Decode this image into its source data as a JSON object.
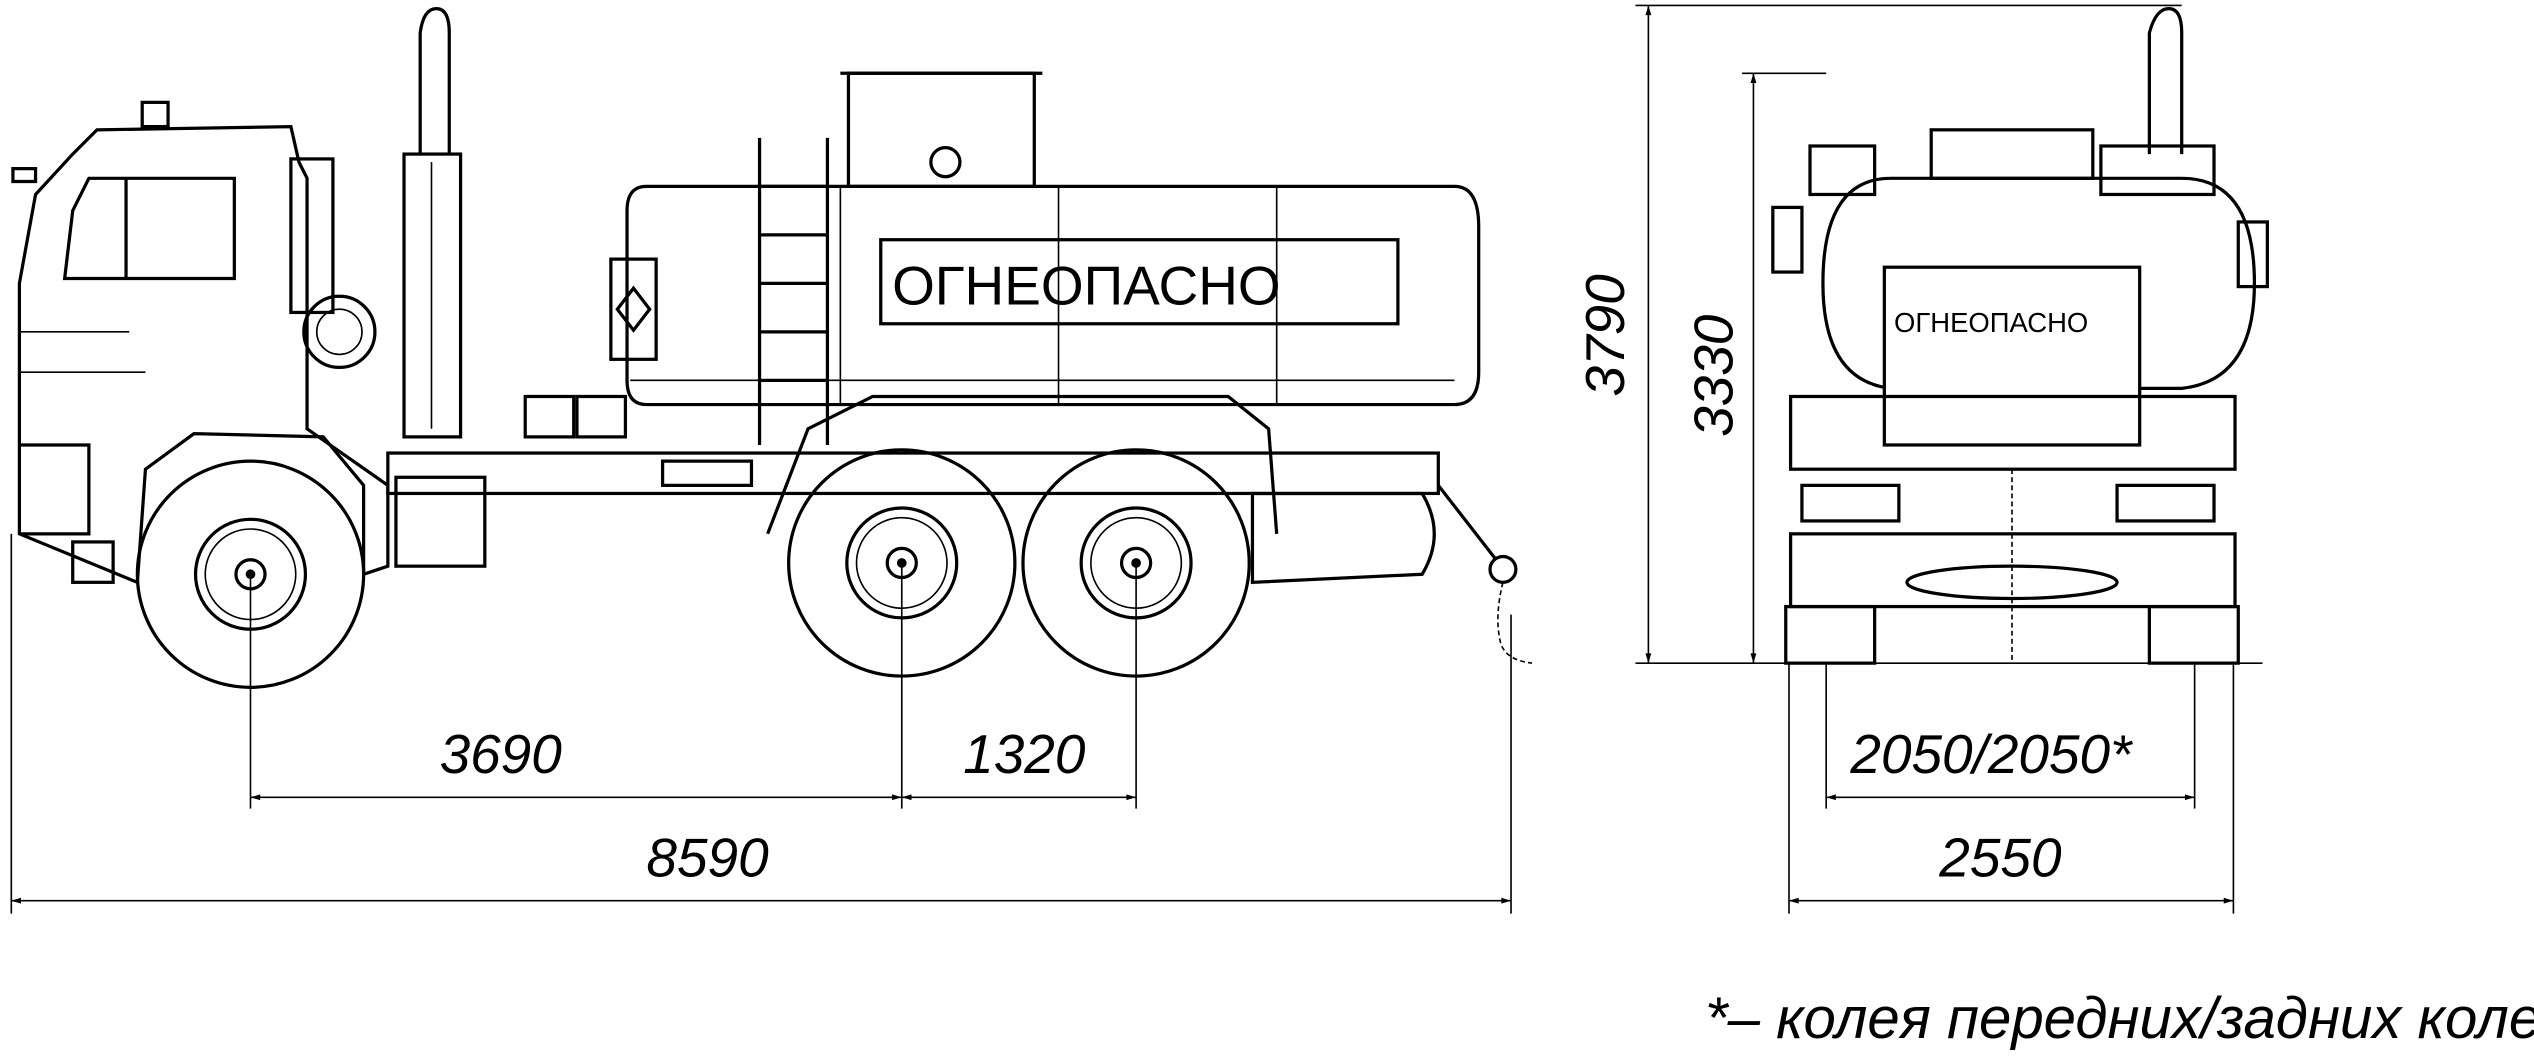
{
  "drawing": {
    "side_view": {
      "tank_label": "ОГНЕОПАСНО",
      "dimensions": {
        "wheelbase_front": "3690",
        "wheelbase_rear": "1320",
        "overall_length": "8590"
      }
    },
    "rear_view": {
      "tank_label": "ОГНЕОПАСНО",
      "dimensions": {
        "overall_height": "3790",
        "tank_height": "3330",
        "track": "2050/2050*",
        "overall_width": "2550"
      }
    },
    "footnote": "*– колея передних/задних колес"
  }
}
